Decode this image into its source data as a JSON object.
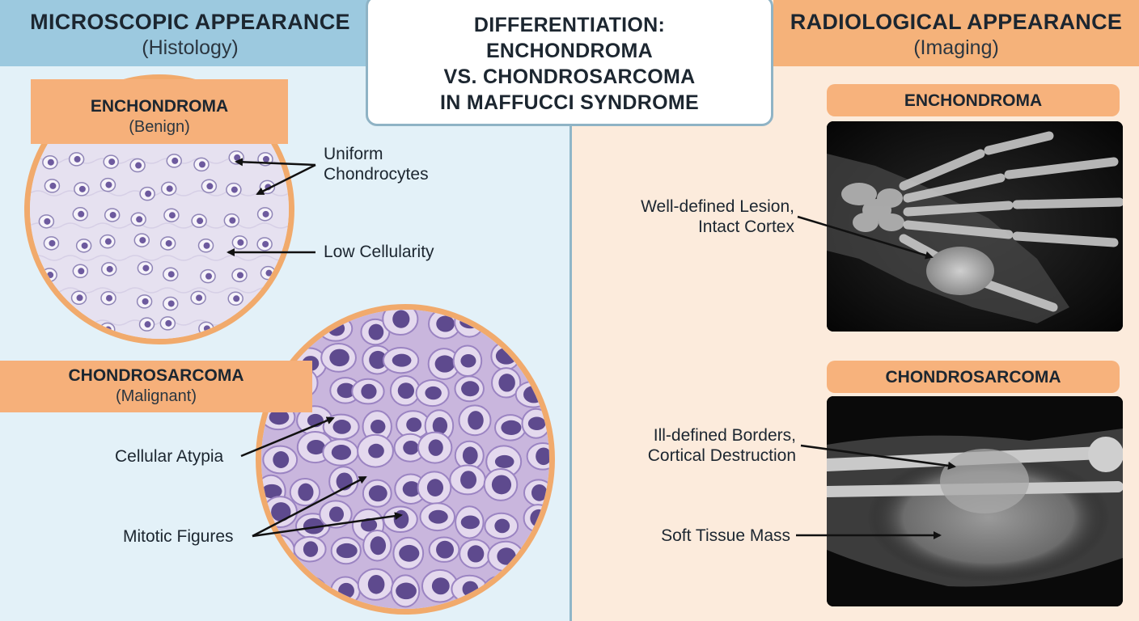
{
  "headers": {
    "left_title": "MICROSCOPIC APPEARANCE",
    "left_subtitle": "(Histology)",
    "right_title": "RADIOLOGICAL APPEARANCE",
    "right_subtitle": "(Imaging)"
  },
  "center_title": {
    "line1": "DIFFERENTIATION:",
    "line2": "ENCHONDROMA",
    "line3": "VS. CHONDROSARCOMA",
    "line4": "IN MAFFUCCI SYNDROME"
  },
  "histology": {
    "enchondroma_title": "ENCHONDROMA",
    "enchondroma_sub": "(Benign)",
    "chondrosarcoma_title": "CHONDROSARCOMA",
    "chondrosarcoma_sub": "(Malignant)",
    "label_uniform_1": "Uniform",
    "label_uniform_2": "Chondrocytes",
    "label_low_cell": "Low Cellularity",
    "label_atypia": "Cellular Atypia",
    "label_mitotic": "Mitotic Figures"
  },
  "imaging": {
    "enchondroma_pill": "ENCHONDROMA",
    "chondrosarcoma_pill": "CHONDROSARCOMA",
    "label_well_1": "Well-defined Lesion,",
    "label_well_2": "Intact Cortex",
    "label_ill_1": "Ill-defined Borders,",
    "label_ill_2": "Cortical Destruction",
    "label_soft": "Soft Tissue Mass"
  },
  "colors": {
    "left_bg": "#e3f1f8",
    "right_bg": "#fcebdc",
    "accent_orange": "#f5b27a",
    "accent_blue": "#9cc9df"
  }
}
